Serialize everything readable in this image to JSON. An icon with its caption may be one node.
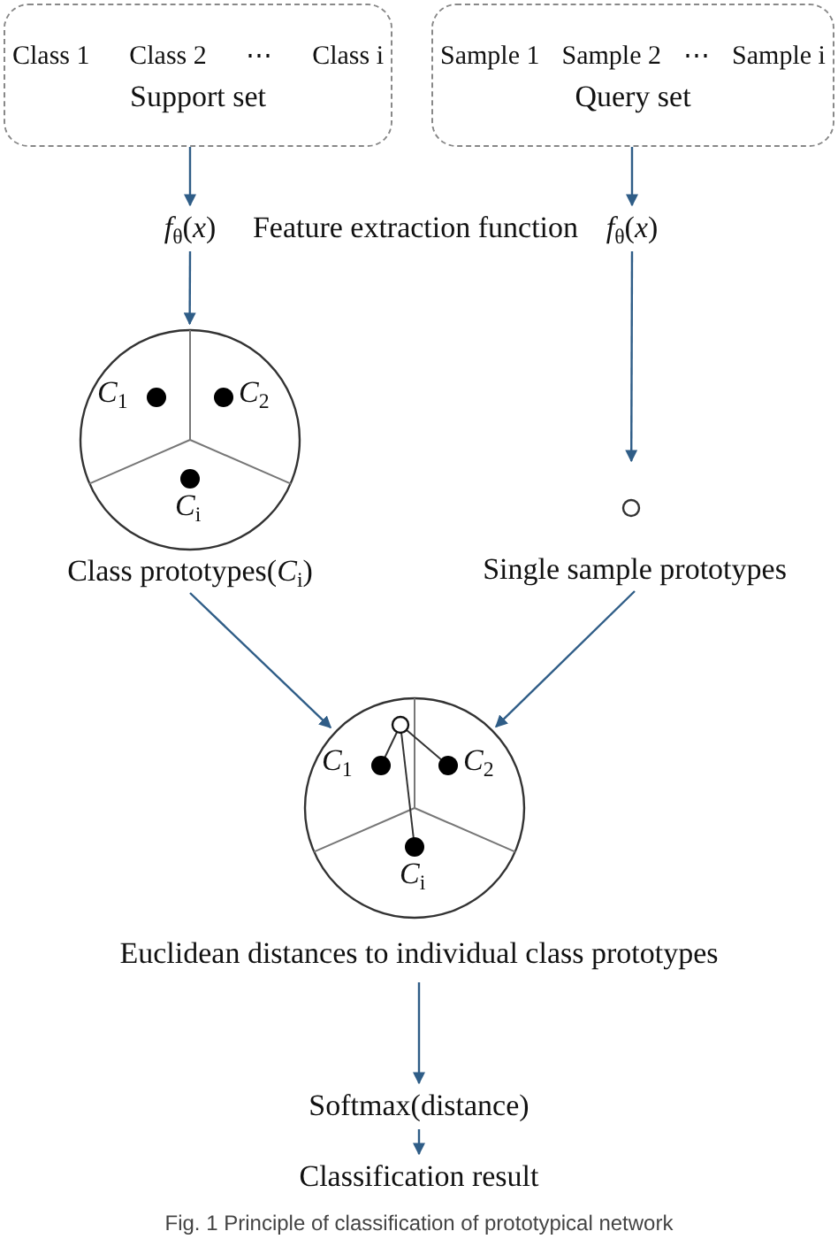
{
  "diagram": {
    "caption": "Fig. 1 Principle of classification of prototypical network",
    "nodes": [
      {
        "text": [
          "Class 1",
          "Class 2",
          "⋯",
          "Class i",
          "Support set"
        ]
      },
      {
        "text": [
          "Sample 1",
          "Sample 2",
          "⋯",
          "Sample i",
          "Query set"
        ]
      },
      {
        "text": [
          "*f*$_{θ}$(*x*)"
        ]
      },
      {
        "text": [
          "*f*$_{θ}$(*x*)"
        ]
      },
      {
        "text": [
          "*C*$_{1}$",
          "*C*$_{2}$",
          "*C*$_{i}$"
        ],
        "beside": [
          "Class prototypes(*C*$_{i}$)"
        ]
      },
      {
        "text": [],
        "shape": "circle",
        "beside": [
          "Single sample prototypes"
        ]
      },
      {
        "text": [
          "*C*$_{1}$",
          "*C*$_{2}$",
          "*C*$_{i}$"
        ],
        "beside": [
          "Euclidean distances to individual class prototypes"
        ]
      },
      {
        "text": [
          "Softmax(distance)"
        ]
      },
      {
        "text": [
          "Classification result"
        ]
      }
    ],
    "edges": [
      {
        "from": 0,
        "to": 2,
        "arrow": "to"
      },
      {
        "from": 1,
        "to": 3,
        "arrow": "to"
      },
      {
        "from": 2,
        "to": 4,
        "arrow": "to"
      },
      {
        "from": 3,
        "to": 5,
        "arrow": "to"
      },
      {
        "from": 4,
        "to": 6,
        "arrow": "to"
      },
      {
        "from": 5,
        "to": 6,
        "arrow": "to"
      },
      {
        "from": 6,
        "to": 7,
        "arrow": "to"
      },
      {
        "from": 7,
        "to": 8,
        "arrow": "to"
      }
    ],
    "labels": [
      "Feature extraction function"
    ]
  }
}
